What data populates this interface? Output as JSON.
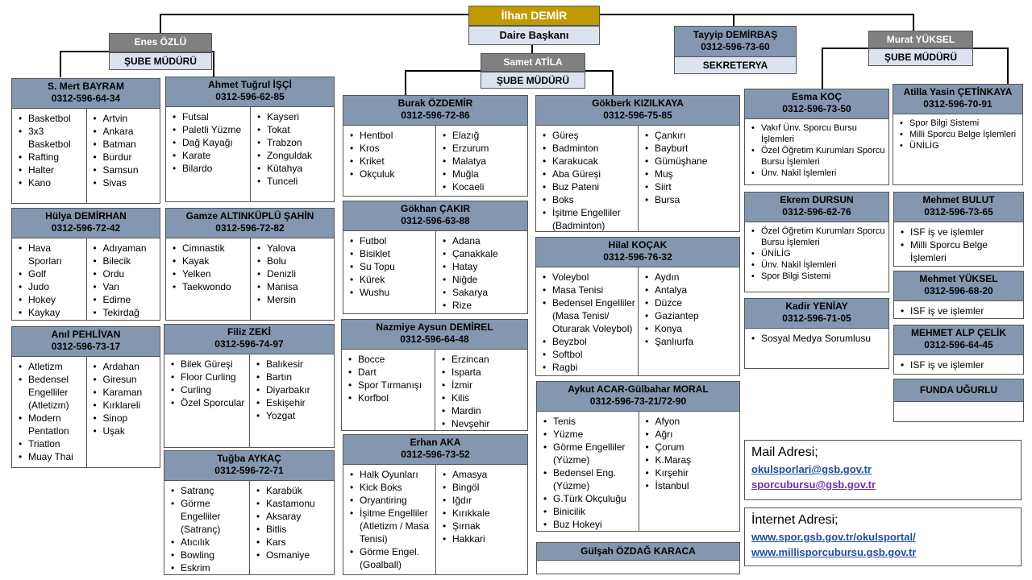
{
  "top": {
    "head": {
      "name": "İlhan DEMİR",
      "role": "Daire Başkanı"
    },
    "left_manager": {
      "name": "Enes ÖZLÜ",
      "role": "ŞUBE MÜDÜRÜ"
    },
    "center_manager": {
      "name": "Samet ATİLA",
      "role": "ŞUBE MÜDÜRÜ"
    },
    "secretary": {
      "name": "Tayyip DEMİRBAŞ",
      "phone": "0312-596-73-60",
      "role": "SEKRETERYA"
    },
    "right_manager": {
      "name": "Murat YÜKSEL",
      "role": "ŞUBE MÜDÜRÜ"
    }
  },
  "staff": [
    {
      "id": "mert",
      "name": "S. Mert BAYRAM",
      "phone": "0312-596-64-34",
      "left": [
        "Basketbol",
        "3x3 Basketbol",
        "Rafting",
        "Halter",
        "Kano"
      ],
      "right": [
        "Artvin",
        "Ankara",
        "Batman",
        "Burdur",
        "Samsun",
        "Sivas"
      ]
    },
    {
      "id": "tugrul",
      "name": "Ahmet Tuğrul İŞÇİ",
      "phone": "0312-596-62-85",
      "left": [
        "Futsal",
        "Paletli Yüzme",
        "Dağ Kayağı",
        "Karate",
        "Bilardo"
      ],
      "right": [
        "Kayseri",
        "Tokat",
        "Trabzon",
        "Zonguldak",
        "Kütahya",
        "Tunceli"
      ]
    },
    {
      "id": "hulya",
      "name": "Hülya DEMİRHAN",
      "phone": "0312-596-72-42",
      "left": [
        "Hava Sporları",
        "Golf",
        "Judo",
        "Hokey",
        "Kaykay"
      ],
      "right": [
        "Adıyaman",
        "Bilecik",
        "Ordu",
        "Van",
        "Edirne",
        "Tekirdağ"
      ]
    },
    {
      "id": "gamze",
      "name": "Gamze ALTINKÜPLÜ ŞAHİN",
      "phone": "0312-596-72-82",
      "left": [
        "Cimnastik",
        "Kayak",
        "Yelken",
        "Taekwondo"
      ],
      "right": [
        "Yalova",
        "Bolu",
        "Denizli",
        "Manisa",
        "Mersin"
      ]
    },
    {
      "id": "anil",
      "name": "Anıl PEHLİVAN",
      "phone": "0312-596-73-17",
      "left": [
        "Atletizm",
        "Bedensel Engelliler (Atletizm)",
        "Modern Pentatlon",
        "Triatlon",
        "Muay Thai"
      ],
      "right": [
        "Ardahan",
        "Giresun",
        "Karaman",
        "Kırklareli",
        "Sinop",
        "Uşak"
      ]
    },
    {
      "id": "filiz",
      "name": "Filiz ZEKİ",
      "phone": "0312-596-74-97",
      "left": [
        "Bilek Güreşi",
        "Floor Curling",
        "Curling",
        "Özel Sporcular"
      ],
      "right": [
        "Balıkesir",
        "Bartın",
        "Diyarbakır",
        "Eskişehir",
        "Yozgat"
      ]
    },
    {
      "id": "tugba",
      "name": "Tuğba AYKAÇ",
      "phone": "0312-596-72-71",
      "left": [
        "Satranç",
        "Görme Engelliler (Satranç)",
        "Atıcılık",
        "Bowling",
        "Eskrim"
      ],
      "right": [
        "Karabük",
        "Kastamonu",
        "Aksaray",
        "Bitlis",
        "Kars",
        "Osmaniye"
      ]
    },
    {
      "id": "burak",
      "name": "Burak ÖZDEMİR",
      "phone": "0312-596-72-86",
      "left": [
        "Hentbol",
        "Kros",
        "Kriket",
        "Okçuluk"
      ],
      "right": [
        "Elazığ",
        "Erzurum",
        "Malatya",
        "Muğla",
        "Kocaeli"
      ]
    },
    {
      "id": "gokhan",
      "name": "Gökhan ÇAKIR",
      "phone": "0312-596-63-88",
      "left": [
        "Futbol",
        "Bisiklet",
        "Su Topu",
        "Kürek",
        "Wushu"
      ],
      "right": [
        "Adana",
        "Çanakkale",
        "Hatay",
        "Niğde",
        "Sakarya",
        "Rize"
      ]
    },
    {
      "id": "nazmiye",
      "name": "Nazmiye Aysun DEMİREL",
      "phone": "0312-596-64-48",
      "left": [
        "Bocce",
        "Dart",
        "Spor Tırmanışı",
        "Korfbol"
      ],
      "right": [
        "Erzincan",
        "Isparta",
        "İzmir",
        "Kilis",
        "Mardin",
        "Nevşehir"
      ]
    },
    {
      "id": "erhan",
      "name": "Erhan AKA",
      "phone": "0312-596-73-52",
      "left": [
        "Halk Oyunları",
        "Kick Boks",
        "Oryantiring",
        "İşitme Engelliler (Atletizm / Masa Tenisi)",
        "Görme Engel. (Goalball)"
      ],
      "right": [
        "Amasya",
        "Bingöl",
        "Iğdır",
        "Kırıkkale",
        "Şırnak",
        "Hakkari"
      ]
    },
    {
      "id": "gokberk",
      "name": "Gökberk KIZILKAYA",
      "phone": "0312-596-75-85",
      "left": [
        "Güreş",
        "Badminton",
        "Karakucak",
        "Aba Güreşi",
        "Buz Pateni",
        "Boks",
        "İşitme Engelliler (Badminton)"
      ],
      "right": [
        "Çankırı",
        "Bayburt",
        "Gümüşhane",
        "Muş",
        "Siirt",
        "Bursa"
      ]
    },
    {
      "id": "hilal",
      "name": "Hilal KOÇAK",
      "phone": "0312-596-76-32",
      "left": [
        "Voleybol",
        "Masa Tenisi",
        "Bedensel Engelliler (Masa Tenisi/ Oturarak Voleybol)",
        "Beyzbol",
        "Softbol",
        "Ragbi"
      ],
      "right": [
        "Aydın",
        "Antalya",
        "Düzce",
        "Gaziantep",
        "Konya",
        "Şanlıurfa"
      ]
    },
    {
      "id": "aykut",
      "name": "Aykut ACAR-Gülbahar MORAL",
      "phone": "0312-596-73-21/72-90",
      "left": [
        "Tenis",
        "Yüzme",
        "Görme Engelliler (Yüzme)",
        "Bedensel Eng. (Yüzme)",
        "G.Türk Okçuluğu",
        "Binicilik",
        "Buz Hokeyi"
      ],
      "right": [
        "Afyon",
        "Ağrı",
        "Çorum",
        "K.Maraş",
        "Kırşehir",
        "İstanbul"
      ]
    },
    {
      "id": "gulsah",
      "name": "Gülşah ÖZDAĞ KARACA"
    }
  ],
  "right_staff": [
    {
      "id": "esma",
      "name": "Esma KOÇ",
      "phone": "0312-596-73-50",
      "items": [
        "Vakıf Ünv. Sporcu Bursu İşlemleri",
        "Özel Öğretim Kurumları Sporcu Bursu İşlemleri",
        "Ünv. Nakil İşlemleri"
      ]
    },
    {
      "id": "atilla",
      "name": "Atilla Yasin ÇETİNKAYA",
      "phone": "0312-596-70-91",
      "items": [
        "Spor Bilgi Sistemi",
        "Milli Sporcu Belge İşlemleri",
        "ÜNİLİG"
      ]
    },
    {
      "id": "ekrem",
      "name": "Ekrem DURSUN",
      "phone": "0312-596-62-76",
      "items": [
        "Özel Öğretim Kurumları Sporcu Bursu İşlemleri",
        "ÜNİLİG",
        "Ünv. Nakil İşlemleri",
        "Spor Bilgi Sistemi"
      ]
    },
    {
      "id": "bulut",
      "name": "Mehmet BULUT",
      "phone": "0312-596-73-65",
      "items": [
        "ISF iş ve işlemler",
        "Milli Sporcu Belge İşlemleri"
      ]
    },
    {
      "id": "yuksel",
      "name": "Mehmet YÜKSEL",
      "phone": "0312-596-68-20",
      "items": [
        "ISF iş ve işlemler"
      ]
    },
    {
      "id": "kadir",
      "name": "Kadir YENİAY",
      "phone": "0312-596-71-05",
      "items": [
        "Sosyal Medya Sorumlusu"
      ]
    },
    {
      "id": "mehmetalp",
      "name": "MEHMET ALP ÇELİK",
      "phone": "0312-596-64-45",
      "items": [
        "ISF iş ve işlemler"
      ]
    },
    {
      "id": "funda",
      "name": "FUNDA UĞURLU"
    }
  ],
  "contact": {
    "mail_title": "Mail Adresi;",
    "mail_1": "okulsporlari@gsb.gov.tr",
    "mail_2": "sporcubursu@gsb.gov.tr",
    "web_title": "İnternet Adresi;",
    "web_1": "www.spor.gsb.gov.tr/okulsportal/",
    "web_2": "www.millisporcubursu.gsb.gov.tr"
  },
  "colors": {
    "header_fill": "#8497b0",
    "manager_fill": "#808080",
    "role_fill": "#dce3ef",
    "head_fill": "#c09a00",
    "link_blue": "#1f4e9a",
    "link_purple": "#7030a0"
  }
}
